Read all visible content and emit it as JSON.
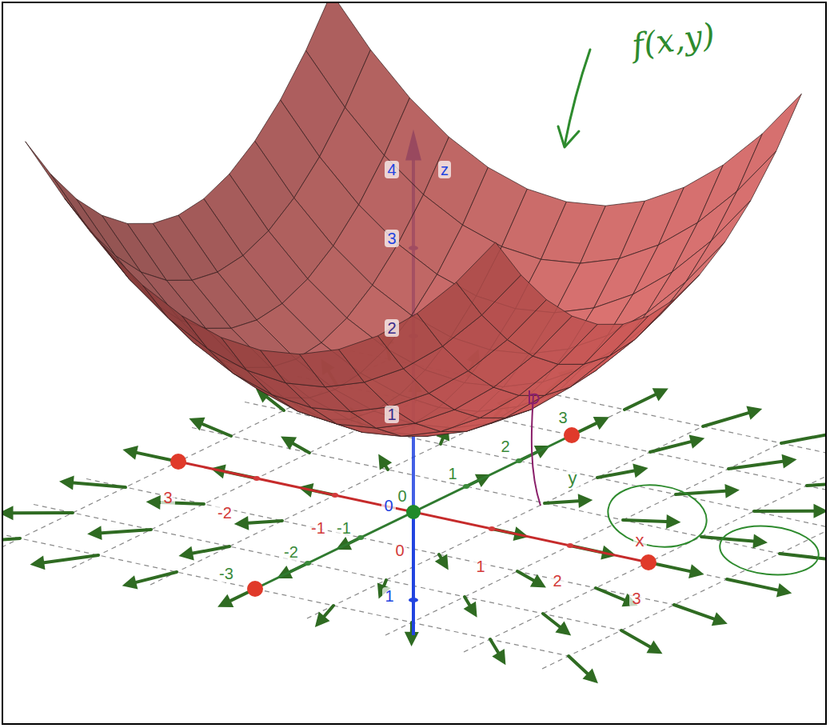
{
  "diagram": {
    "labels": [
      "f(x,y)",
      "4",
      "z",
      "3",
      "2",
      "1",
      "0",
      "1",
      "3",
      "2",
      "1",
      "y",
      "0",
      "-1",
      "-2",
      "-3",
      "3",
      "-2",
      "-1",
      "0",
      "1",
      "2",
      "3",
      "x"
    ]
  }
}
